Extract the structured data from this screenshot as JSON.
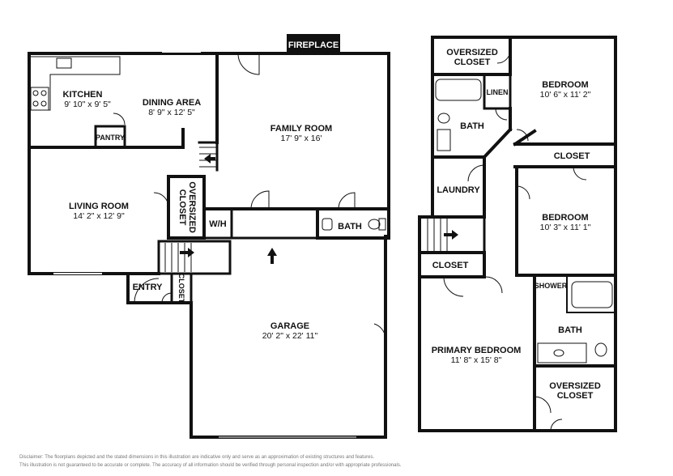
{
  "rooms": {
    "kitchen": {
      "name": "KITCHEN",
      "dim": "9' 10\" x 9' 5\""
    },
    "dining": {
      "name": "DINING AREA",
      "dim": "8' 9\" x 12' 5\""
    },
    "pantry": {
      "name": "PANTRY"
    },
    "family": {
      "name": "FAMILY ROOM",
      "dim": "17' 9\" x 16'"
    },
    "fireplace": {
      "name": "FIREPLACE"
    },
    "living": {
      "name": "LIVING ROOM",
      "dim": "14' 2\" x 12' 9\""
    },
    "oversized_closet_main": {
      "line1": "OVERSIZED",
      "line2": "CLOSET"
    },
    "wh": {
      "name": "W/H"
    },
    "bath_main": {
      "name": "BATH"
    },
    "entry": {
      "name": "ENTRY"
    },
    "entry_closet": {
      "name": "CLOSET"
    },
    "garage": {
      "name": "GARAGE",
      "dim": "20' 2\" x 22' 11\""
    },
    "oversized_closet_up": {
      "line1": "OVERSIZED",
      "line2": "CLOSET"
    },
    "linen": {
      "name": "LINEN"
    },
    "bedroom1": {
      "name": "BEDROOM",
      "dim": "10' 6\" x 11' 2\""
    },
    "bath_up": {
      "name": "BATH"
    },
    "closet_up1": {
      "name": "CLOSET"
    },
    "laundry": {
      "name": "LAUNDRY"
    },
    "bedroom2": {
      "name": "BEDROOM",
      "dim": "10' 3\" x 11' 1\""
    },
    "closet_up2": {
      "name": "CLOSET"
    },
    "shower": {
      "name": "SHOWER"
    },
    "primary_bath": {
      "name": "BATH"
    },
    "primary": {
      "name": "PRIMARY BEDROOM",
      "dim": "11' 8\" x 15' 8\""
    },
    "oversized_closet_primary": {
      "line1": "OVERSIZED",
      "line2": "CLOSET"
    }
  },
  "disclaimer": {
    "line1": "Disclaimer: The floorplans depicted and the stated dimensions in this illustration are indicative only and serve as an approximation of existing structures and features.",
    "line2": "This illustration is not guaranteed to be accurate or complete. The accuracy of all information should be verified through personal inspection and/or with appropriate professionals."
  }
}
